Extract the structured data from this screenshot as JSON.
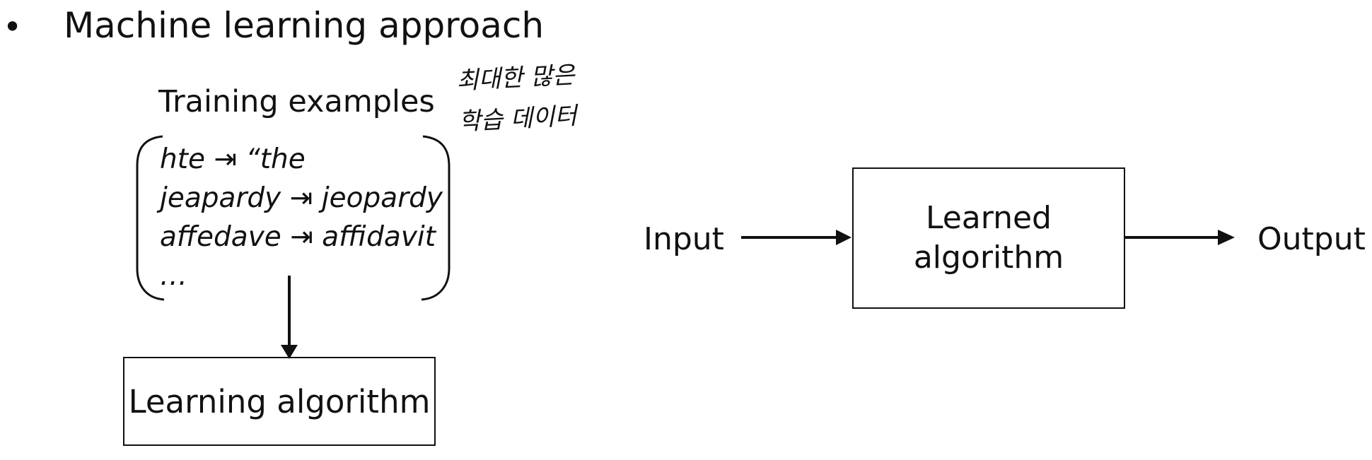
{
  "heading": {
    "bullet": "•",
    "text": "Machine learning approach"
  },
  "training": {
    "title": "Training examples",
    "examples": [
      {
        "typo": "hte",
        "arrow": "⇥",
        "correct": "“the"
      },
      {
        "typo": "jeapardy",
        "arrow": "⇥",
        "correct": "jeopardy"
      },
      {
        "typo": "affedave",
        "arrow": "⇥",
        "correct": "affidavit"
      }
    ],
    "ellipsis": "…"
  },
  "handwritten_note": {
    "line1": "최대한 많은",
    "line2": "학습 데이터"
  },
  "learning_algorithm": {
    "label": "Learning algorithm"
  },
  "learned_algorithm": {
    "line1": "Learned",
    "line2": "algorithm"
  },
  "input_label": "Input",
  "output_label": "Output"
}
